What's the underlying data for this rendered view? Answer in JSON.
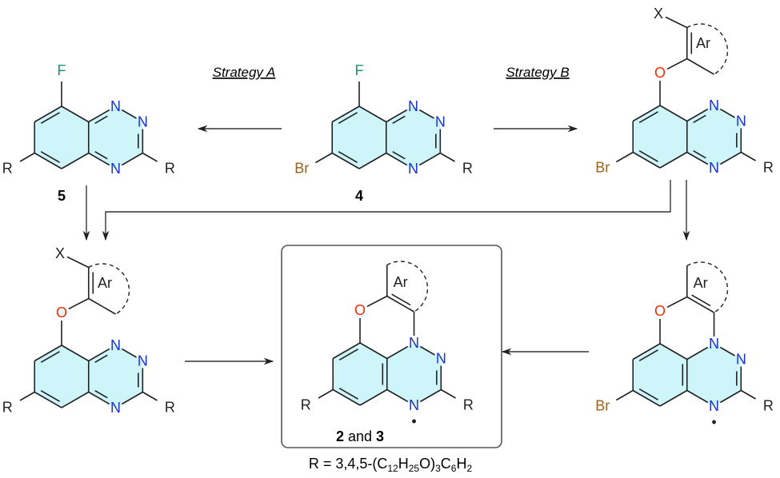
{
  "title": "Synthetic strategies to Blatter radicals 2 and 3",
  "colors": {
    "ring_fill": "#cdf5fa",
    "nitrogen": "#1030ff",
    "oxygen": "#ff2a00",
    "fluorine": "#1a9a6a",
    "bromine": "#a0601a",
    "bond": "#222222"
  },
  "atoms": {
    "F": "F",
    "N": "N",
    "O": "O",
    "Br": "Br",
    "R": "R",
    "X": "X",
    "Ar": "Ar",
    "radical": "•"
  },
  "strategies": {
    "a": "Strategy A",
    "b": "Strategy B"
  },
  "compounds": {
    "c5": "5",
    "c4": "4",
    "product_num1": "2",
    "product_and": " and ",
    "product_num2": "3"
  },
  "r_definition": {
    "p1": "R = 3,4,5-(C",
    "s1": "12",
    "p2": "H",
    "s2": "25",
    "p3": "O)",
    "s3": "3",
    "p4": "C",
    "s4": "6",
    "p5": "H",
    "s5": "2"
  }
}
